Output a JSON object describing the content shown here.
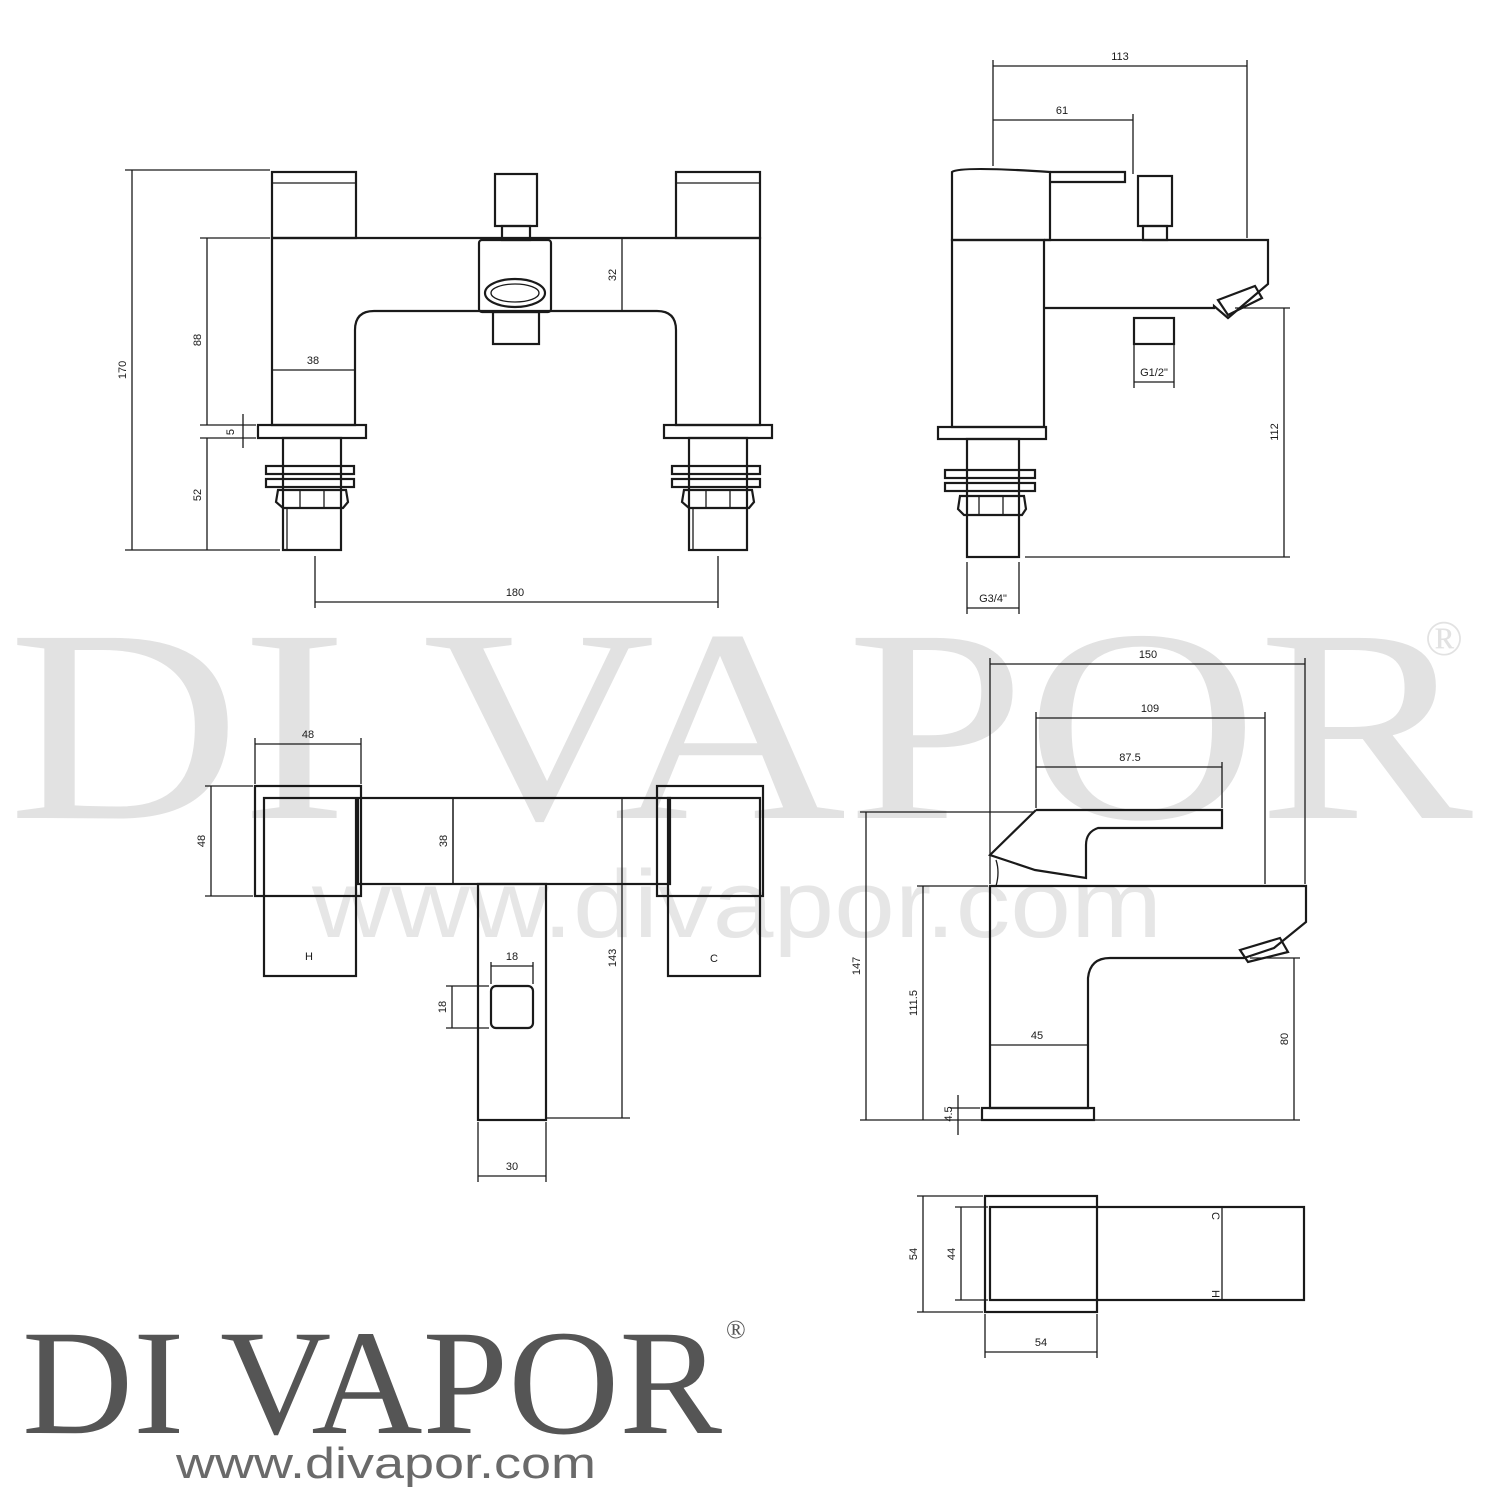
{
  "brand": {
    "logo_text": "DI VAPOR",
    "registered_mark": "®",
    "website": "www.divapor.com",
    "watermark_text": "DI VAPOR",
    "watermark_url": "www.divapor.com"
  },
  "colors": {
    "line": "#1a1a1a",
    "logo": "#555555",
    "watermark": "#e2e2e2"
  },
  "front_view": {
    "dims": {
      "height_total": "170",
      "body_height": "88",
      "outlet_gap": "32",
      "leg_width": "38",
      "plate": "5",
      "shank": "52",
      "centres": "180"
    }
  },
  "side_view": {
    "dims": {
      "depth_total": "113",
      "handle_depth": "61",
      "diverter_thread": "G1/2\"",
      "spout_height": "112",
      "inlet_thread": "G3/4\""
    }
  },
  "top_view": {
    "dims": {
      "handle_width": "48",
      "handle_depth": "48",
      "body_depth": "38",
      "length": "143",
      "knob_w": "18",
      "knob_h": "18",
      "spout_width": "30"
    },
    "labels": {
      "hot": "H",
      "cold": "C"
    }
  },
  "basin_side_view": {
    "dims": {
      "depth_total": "150",
      "handle_depth": "109",
      "handle_top": "87.5",
      "height_total": "147",
      "body_height": "111.5",
      "spout_height": "80",
      "leg_width": "45",
      "base": "4.5"
    }
  },
  "basin_top_view": {
    "dims": {
      "outer_width": "54",
      "inner_width": "44",
      "handle_length": "54"
    },
    "labels": {
      "cold": "C",
      "hot": "H"
    }
  }
}
